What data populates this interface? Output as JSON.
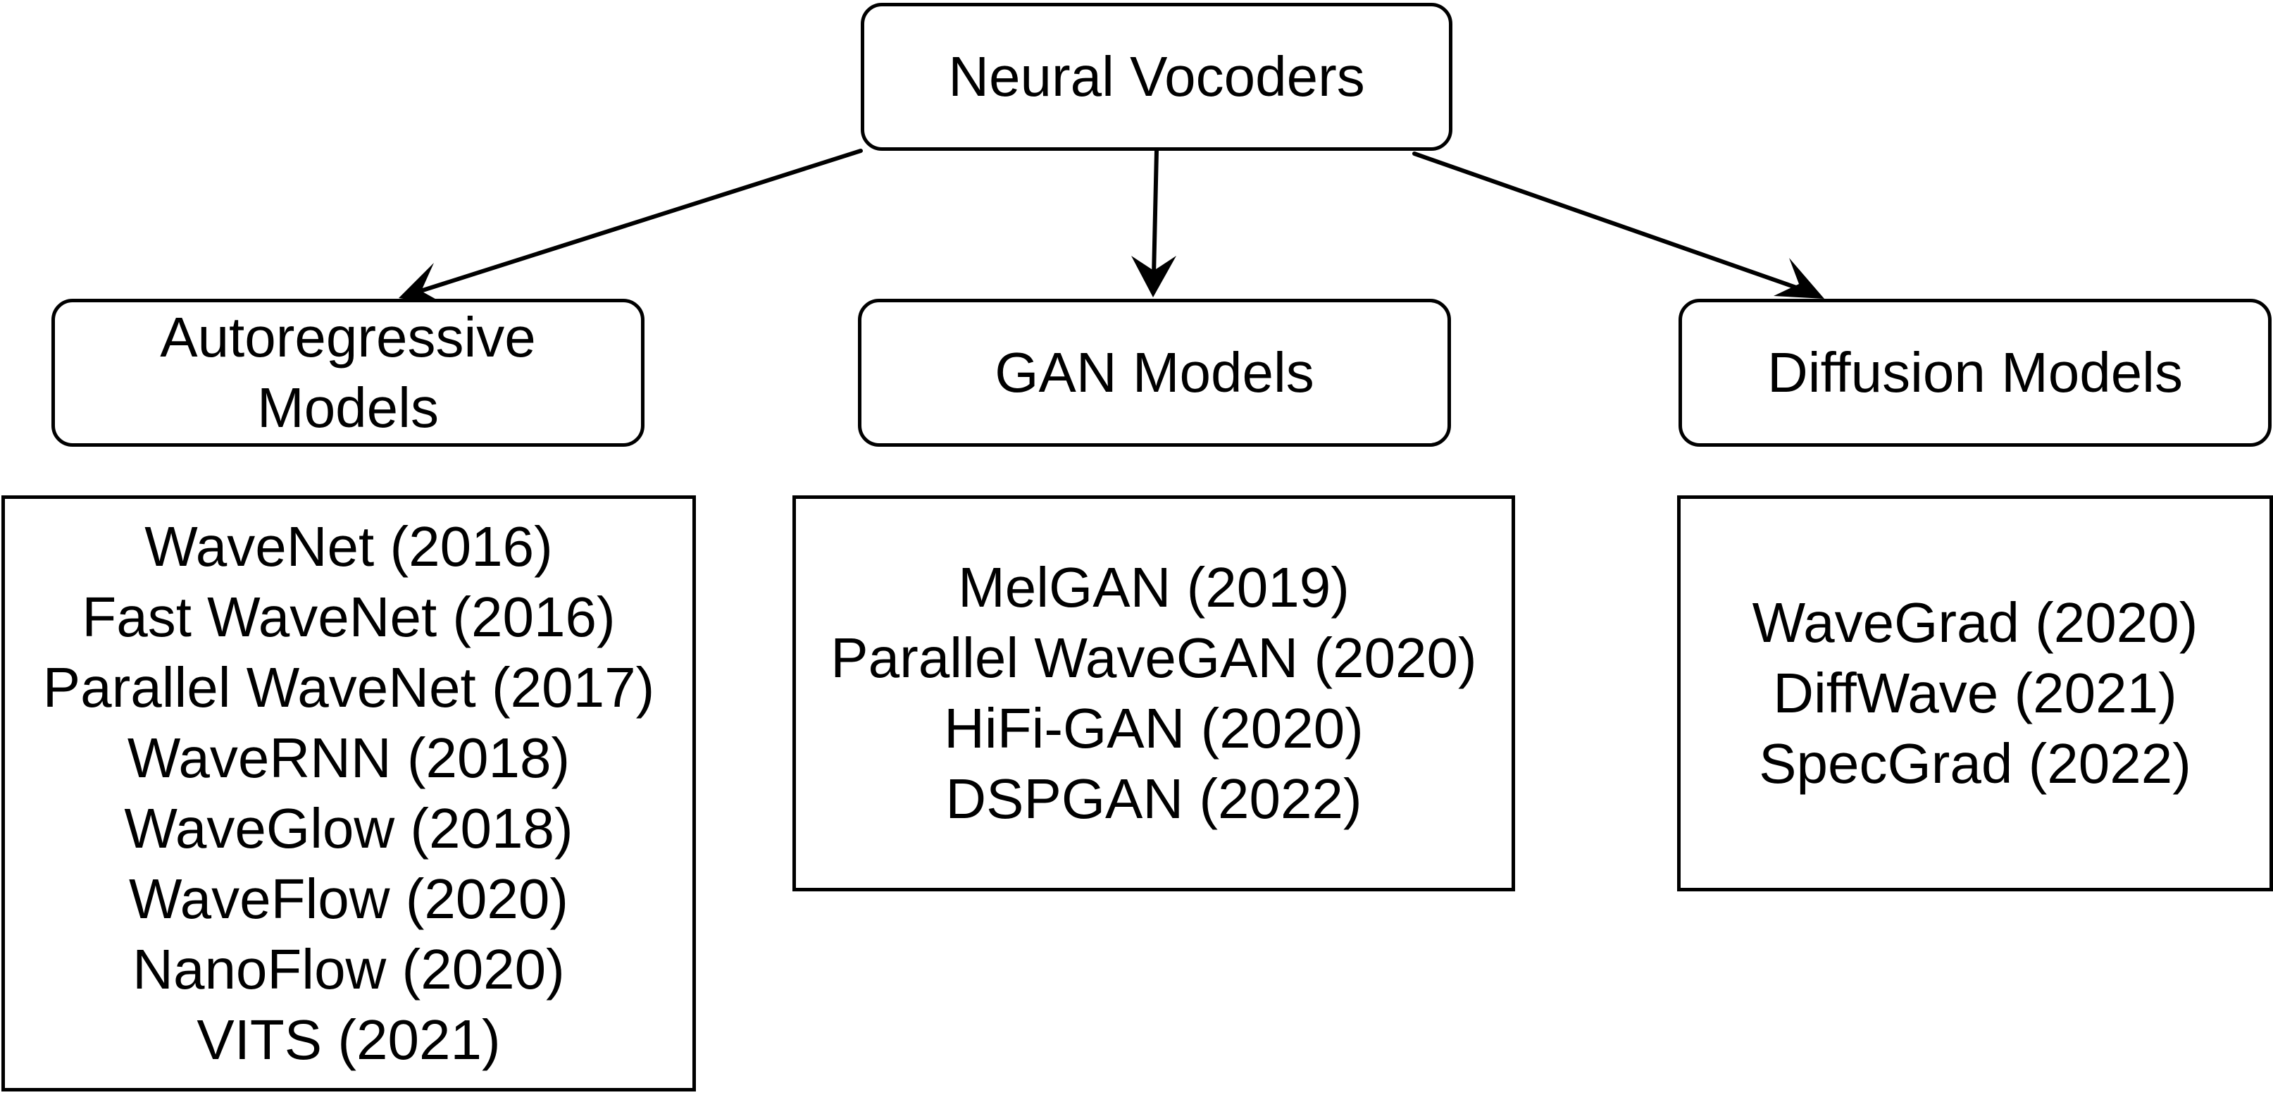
{
  "root": {
    "label": "Neural Vocoders"
  },
  "categories": [
    {
      "label": "Autoregressive\nModels",
      "items": [
        "WaveNet (2016)",
        "Fast WaveNet (2016)",
        "Parallel WaveNet (2017)",
        "WaveRNN (2018)",
        "WaveGlow (2018)",
        "WaveFlow (2020)",
        "NanoFlow (2020)",
        "VITS (2021)"
      ]
    },
    {
      "label": "GAN Models",
      "items": [
        "MelGAN (2019)",
        "Parallel WaveGAN (2020)",
        "HiFi-GAN (2020)",
        "DSPGAN (2022)"
      ]
    },
    {
      "label": "Diffusion Models",
      "items": [
        "WaveGrad (2020)",
        "DiffWave (2021)",
        "SpecGrad (2022)"
      ]
    }
  ]
}
